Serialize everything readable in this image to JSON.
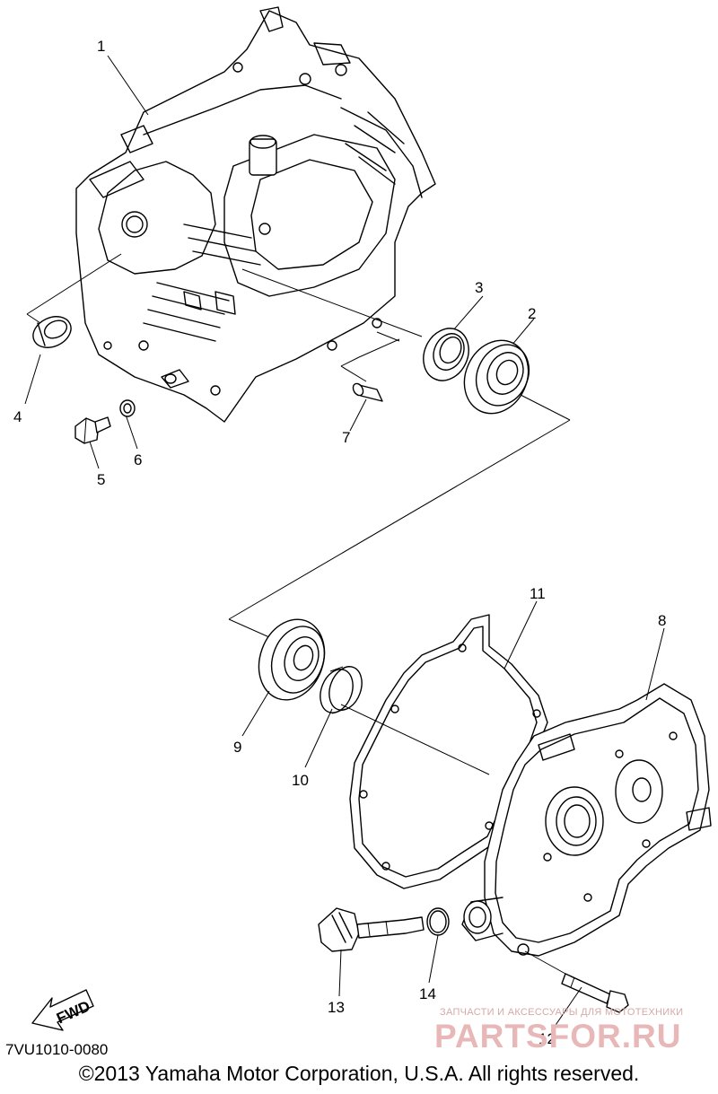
{
  "diagram": {
    "callouts": [
      "1",
      "2",
      "3",
      "4",
      "5",
      "6",
      "7",
      "8",
      "9",
      "10",
      "11",
      "12",
      "13",
      "14"
    ],
    "direction_arrow_label": "FWD",
    "drawing_code": "7VU1010-0080",
    "copyright": "©2013 Yamaha Motor Corporation, U.S.A. All rights reserved."
  },
  "watermark": {
    "tagline": "ЗАПЧАСТИ И АКСЕССУАРЫ ДЛЯ МОТОТЕХНИКИ",
    "name": "PARTSFOR.RU",
    "color": "#e8b7b7"
  }
}
